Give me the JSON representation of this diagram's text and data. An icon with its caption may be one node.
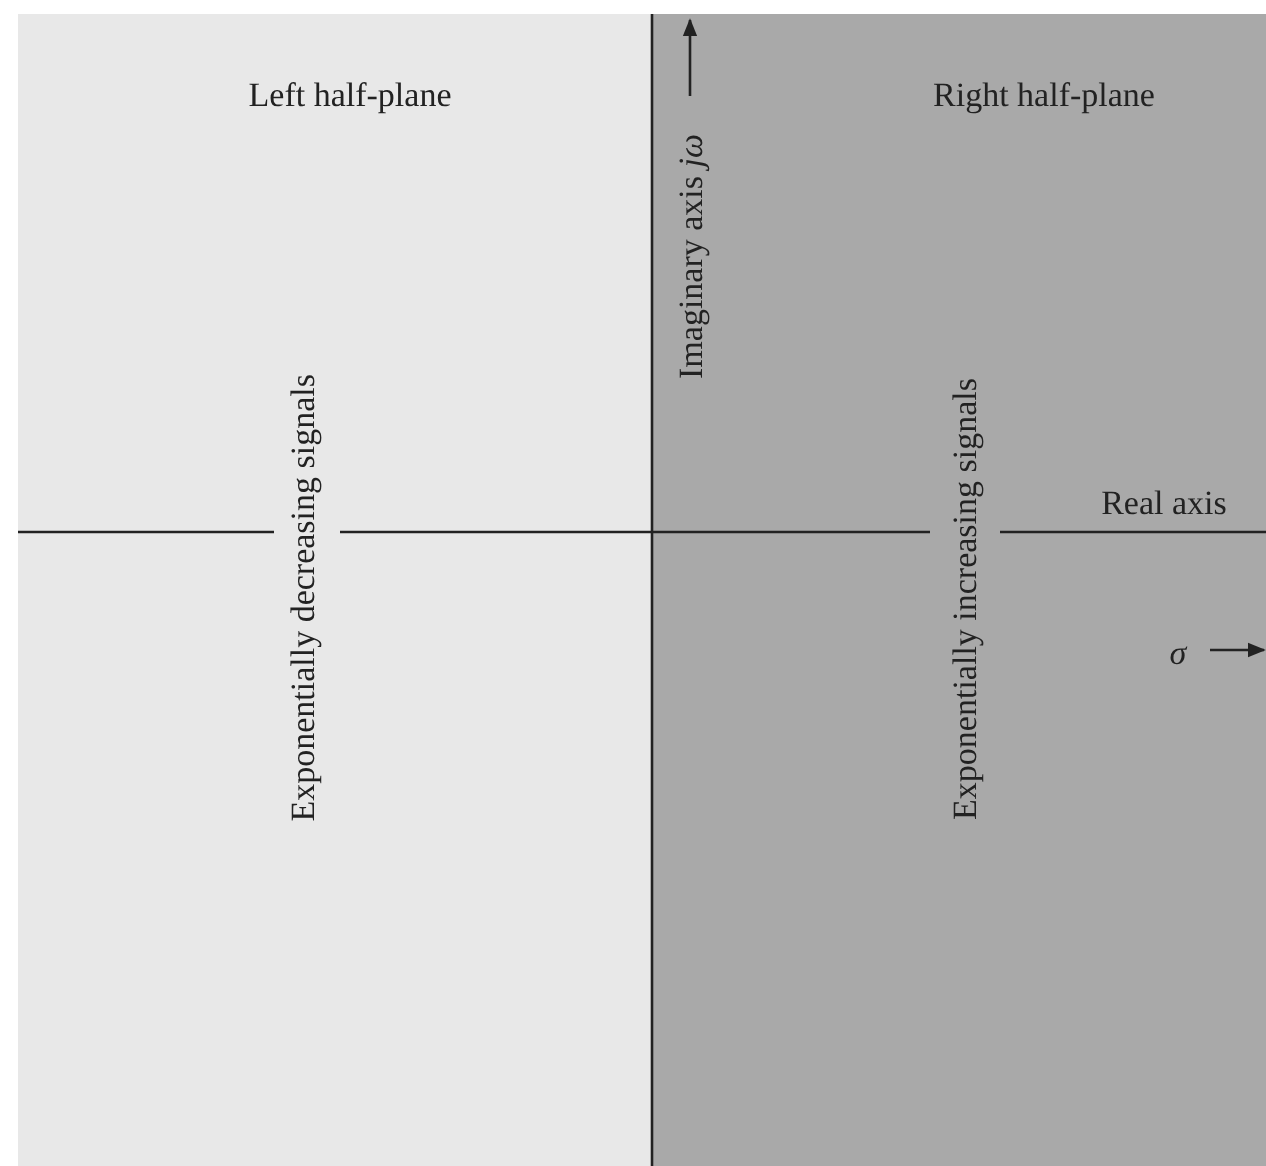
{
  "diagram": {
    "nodes": [
      {
        "text": [
          "Left half-plane",
          "Exponentially decreasing signals"
        ]
      },
      {
        "text": [
          "Right half-plane",
          "Exponentially increasing signals"
        ]
      }
    ],
    "labels": [
      "Imaginary axis *jω*",
      "Real axis",
      "σ"
    ]
  }
}
